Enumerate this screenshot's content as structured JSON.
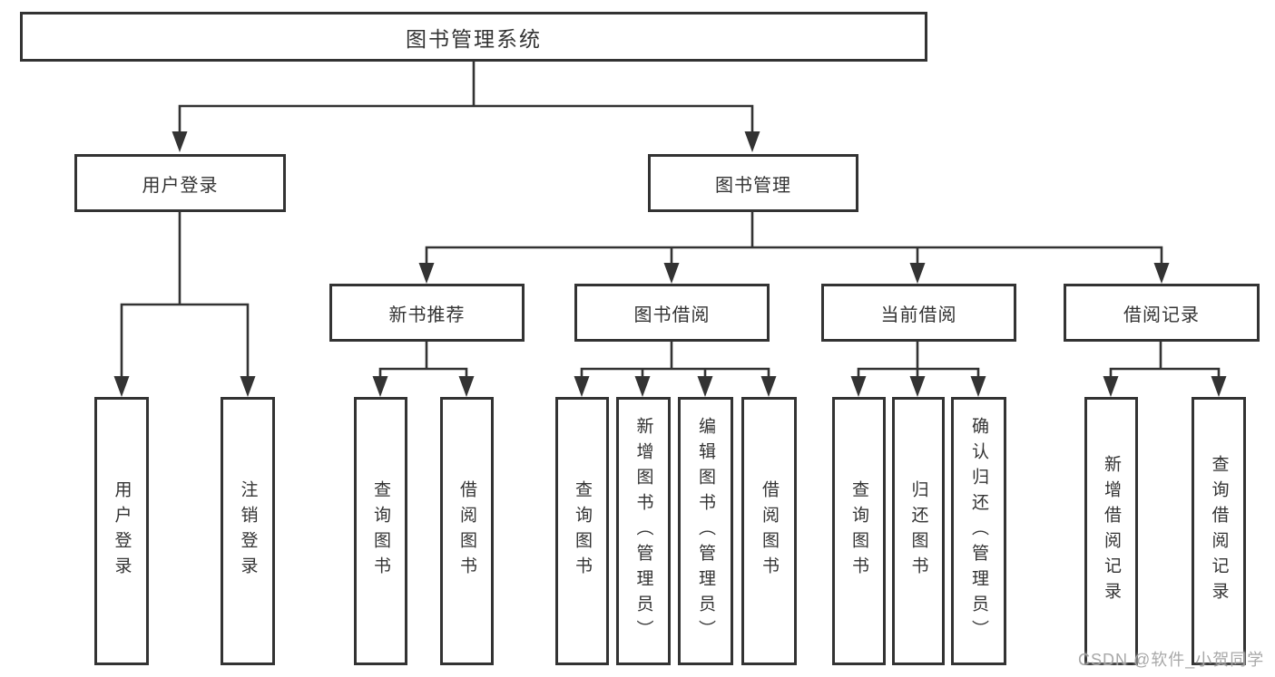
{
  "nodes": {
    "root": "图书管理系统",
    "user_login": "用户登录",
    "book_management": "图书管理",
    "new_book_recommend": "新书推荐",
    "book_borrowing": "图书借阅",
    "current_borrowing": "当前借阅",
    "borrowing_records": "借阅记录",
    "login": "用户登录",
    "logout": "注销登录",
    "nbr_query_books": "查询图书",
    "nbr_borrow_books": "借阅图书",
    "bb_query_books": "查询图书",
    "bb_add_books_admin": "新增图书（管理员）",
    "bb_edit_books_admin": "编辑图书（管理员）",
    "bb_borrow_books": "借阅图书",
    "cb_query_books": "查询图书",
    "cb_return_books": "归还图书",
    "cb_confirm_return_admin": "确认归还（管理员）",
    "br_add_record": "新增借阅记录",
    "br_query_record": "查询借阅记录"
  },
  "watermark": "CSDN @软件_小贺同学",
  "colors": {
    "line": "#333333",
    "border": "#333333",
    "text": "#333333",
    "watermark": "#a3a3a3",
    "background": "#ffffff"
  }
}
